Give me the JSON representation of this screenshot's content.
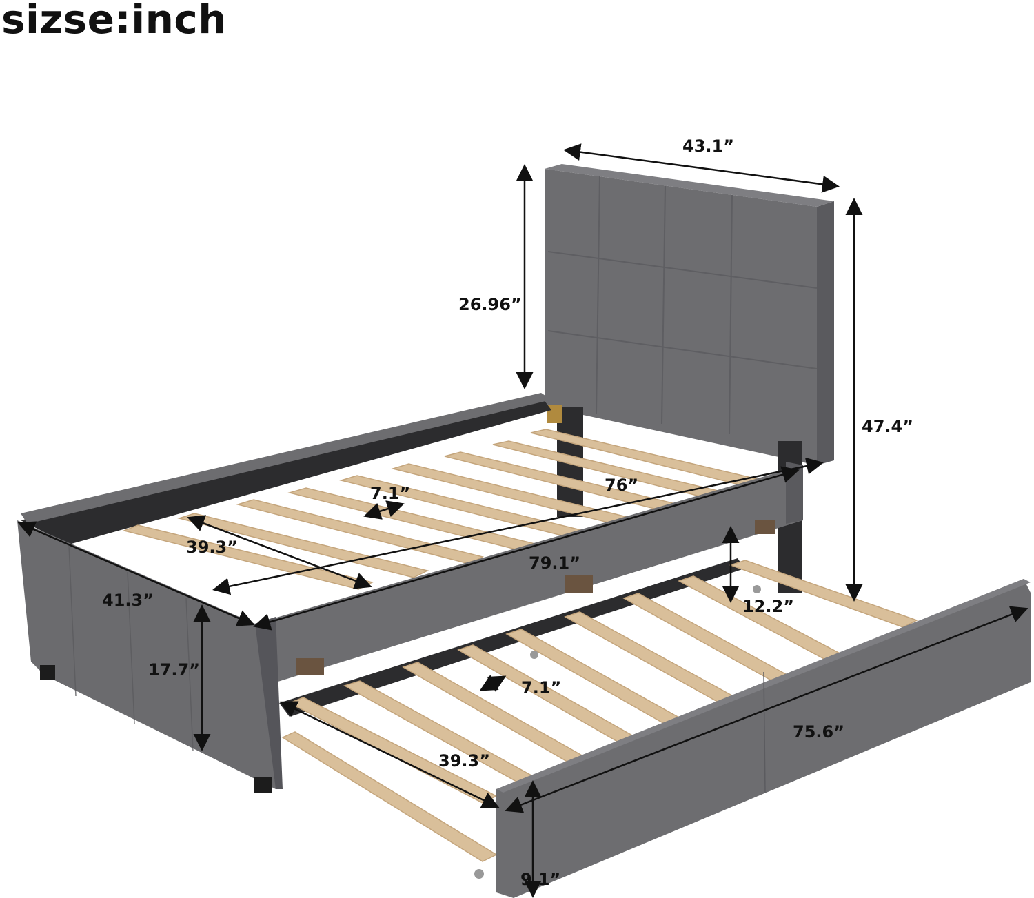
{
  "title": "sizse:inch",
  "colors": {
    "fabric": "#6d6d70",
    "fabric_dark": "#4e4e52",
    "fabric_light": "#7e7e82",
    "frame_inner": "#2c2c2e",
    "slat": "#d9bf9a",
    "slat_edge": "#c4a57c",
    "arrow": "#111111"
  },
  "dimensions": {
    "headboard_width": "43.1”",
    "headboard_height": "26.96”",
    "total_height": "47.4”",
    "bed_length_inner": "76”",
    "slat_spacing_top": "7.1”",
    "slat_length_top": "39.3”",
    "bed_length_outer": "79.1”",
    "bed_width": "41.3”",
    "footboard_height": "17.7”",
    "trundle_clearance": "12.2”",
    "slat_spacing_trundle": "7.1”",
    "trundle_length": "75.6”",
    "slat_length_trundle": "39.3”",
    "trundle_height": "9.1”"
  }
}
